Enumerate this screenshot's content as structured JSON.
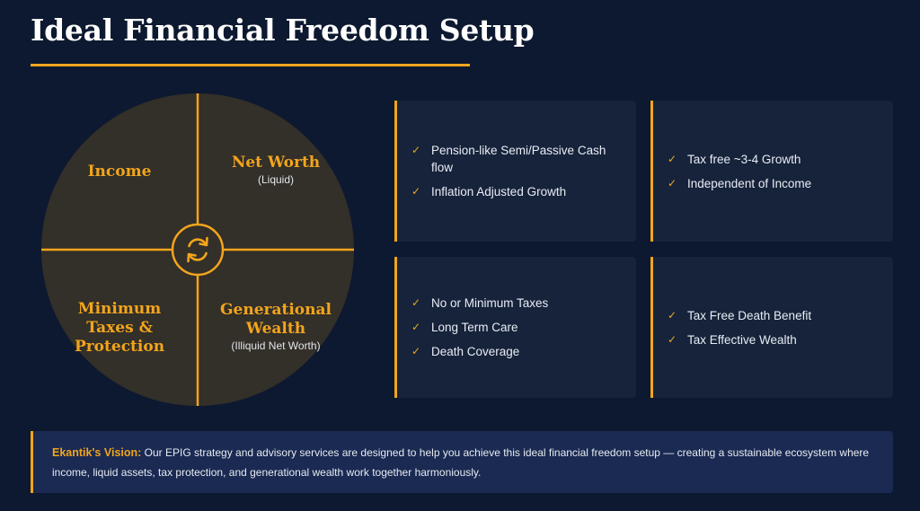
{
  "header": {
    "title": "Ideal Financial Freedom Setup"
  },
  "quadrants": {
    "top_left": {
      "title": "Income"
    },
    "top_right": {
      "title": "Net Worth",
      "subtitle": "(Liquid)"
    },
    "bottom_left": {
      "title_lines": [
        "Minimum",
        "Taxes &",
        "Protection"
      ]
    },
    "bottom_right": {
      "title_lines": [
        "Generational",
        "Wealth"
      ],
      "subtitle": "(Illiquid Net Worth)"
    },
    "center_icon": "refresh-icon"
  },
  "cards": [
    {
      "items": [
        "Pension-like Semi/Passive Cash flow",
        "Inflation Adjusted Growth"
      ]
    },
    {
      "items": [
        "Tax free ~3-4 Growth",
        "Independent of Income"
      ]
    },
    {
      "items": [
        "No or Minimum Taxes",
        "Long Term Care",
        "Death Coverage"
      ]
    },
    {
      "items": [
        "Tax Free Death Benefit",
        "Tax Effective Wealth"
      ]
    }
  ],
  "vision": {
    "label": "Ekantik's Vision:",
    "text": "Our EPIG strategy and advisory services are designed to help you achieve this ideal financial freedom setup — creating a sustainable ecosystem where income, liquid assets, tax protection, and generational wealth work together harmoniously."
  },
  "colors": {
    "background": "#0d1930",
    "accent": "#f2a51c",
    "circle_fill": "#332f29",
    "card_bg": "#16233b",
    "vision_bg": "#1a2a52"
  }
}
